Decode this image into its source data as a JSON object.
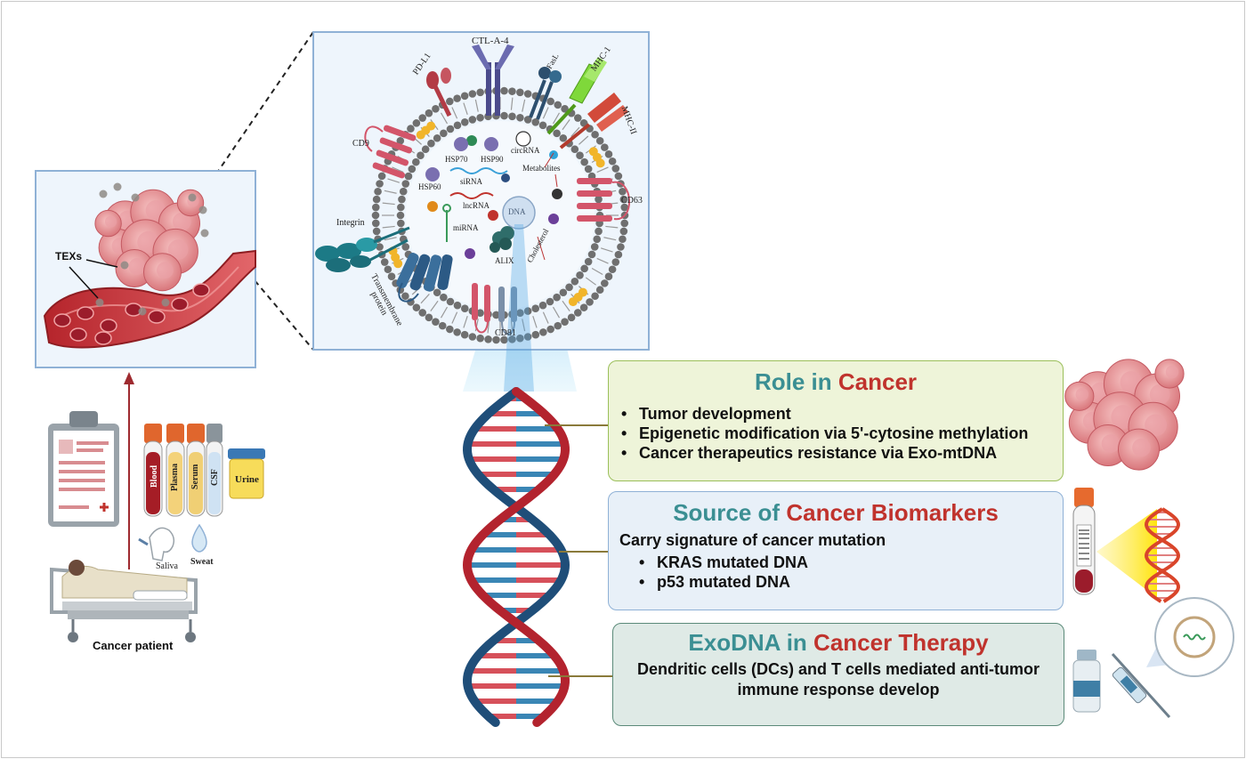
{
  "exosome_labels": {
    "ctla4": "CTL-A-4",
    "pdl1": "PD-L1",
    "fasl": "FasL",
    "mhc1": "MHC-1",
    "mhc2": "MHC-II",
    "cd9": "CD9",
    "cd63": "CD63",
    "cd81": "CD81",
    "hsp70": "HSP70",
    "hsp90": "HSP90",
    "hsp60": "HSP60",
    "circrna": "circRNA",
    "metabolites": "Metabolites",
    "sirna": "siRNA",
    "lncrna": "lncRNA",
    "mirna": "miRNA",
    "dna": "DNA",
    "alix": "ALIX",
    "cholesterol": "Cholesterol",
    "integrin": "Integrin",
    "transmembrane": "Transmembrane",
    "protein": "protein"
  },
  "tissue_labels": {
    "texs": "TEXs"
  },
  "samples": {
    "blood": "Blood",
    "plasma": "Plasma",
    "serum": "Serum",
    "csf": "CSF",
    "urine": "Urine",
    "saliva": "Saliva",
    "sweat": "Sweat"
  },
  "patient_label": "Cancer patient",
  "panels": {
    "role": {
      "title_a": "Role in",
      "title_b": "Cancer",
      "items": [
        "Tumor development",
        "Epigenetic modification via 5'-cytosine methylation",
        "Cancer therapeutics resistance via Exo-mtDNA"
      ]
    },
    "source": {
      "title_a": "Source of",
      "title_b": "Cancer Biomarkers",
      "lead": "Carry signature of cancer mutation",
      "items": [
        "KRAS mutated DNA",
        "p53 mutated DNA"
      ]
    },
    "therapy": {
      "title_a": "ExoDNA in",
      "title_b": "Cancer Therapy",
      "line1": "Dendritic cells (DCs) and T cells mediated anti-tumor",
      "line2": "immune response develop"
    }
  },
  "colors": {
    "teal": "#3b8f93",
    "red": "#c0332d",
    "navy": "#1f4e79",
    "membrane": "#7a7a7a"
  }
}
